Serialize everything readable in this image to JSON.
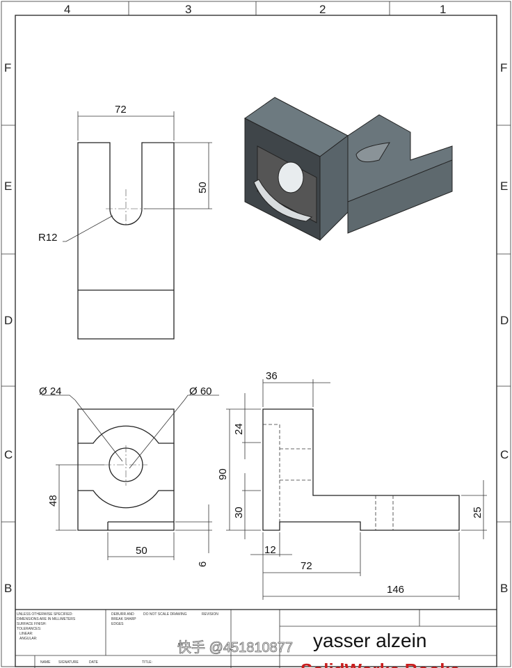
{
  "zones": {
    "cols": [
      "4",
      "3",
      "2",
      "1"
    ],
    "rows": [
      "F",
      "E",
      "D",
      "C",
      "B"
    ]
  },
  "top_view": {
    "width_dim": "72",
    "slot_depth_dim": "50",
    "radius_label": "R12"
  },
  "front_view": {
    "hole_dim": "Ø 24",
    "arc_dim": "Ø 60",
    "height_dim": "48",
    "base_width_dim": "50",
    "step_dim": "6"
  },
  "side_view": {
    "top_width_dim": "36",
    "upper_dim": "24",
    "total_height_dim": "90",
    "lower_dim": "30",
    "wall_dim": "12",
    "base_dim": "72",
    "length_dim": "146",
    "foot_height_dim": "25"
  },
  "title_block": {
    "notes": [
      "UNLESS OTHERWISE SPECIFIED:",
      "DIMENSIONS ARE IN MILLIMETERS",
      "SURFACE FINISH:",
      "TOLERANCES:",
      "LINEAR:",
      "ANGULAR:"
    ],
    "deburr": [
      "DEBURR AND",
      "BREAK SHARP",
      "EDGES"
    ],
    "do_not_scale": "DO NOT SCALE DRAWING",
    "revision": "REVISION",
    "name_hdr": "NAME",
    "signature_hdr": "SIGNATURE",
    "date_hdr": "DATE",
    "title_hdr": "TITLE:",
    "author": "yasser alzein",
    "brand": "SolidWorks Books"
  },
  "watermark": "快手 @451810877"
}
